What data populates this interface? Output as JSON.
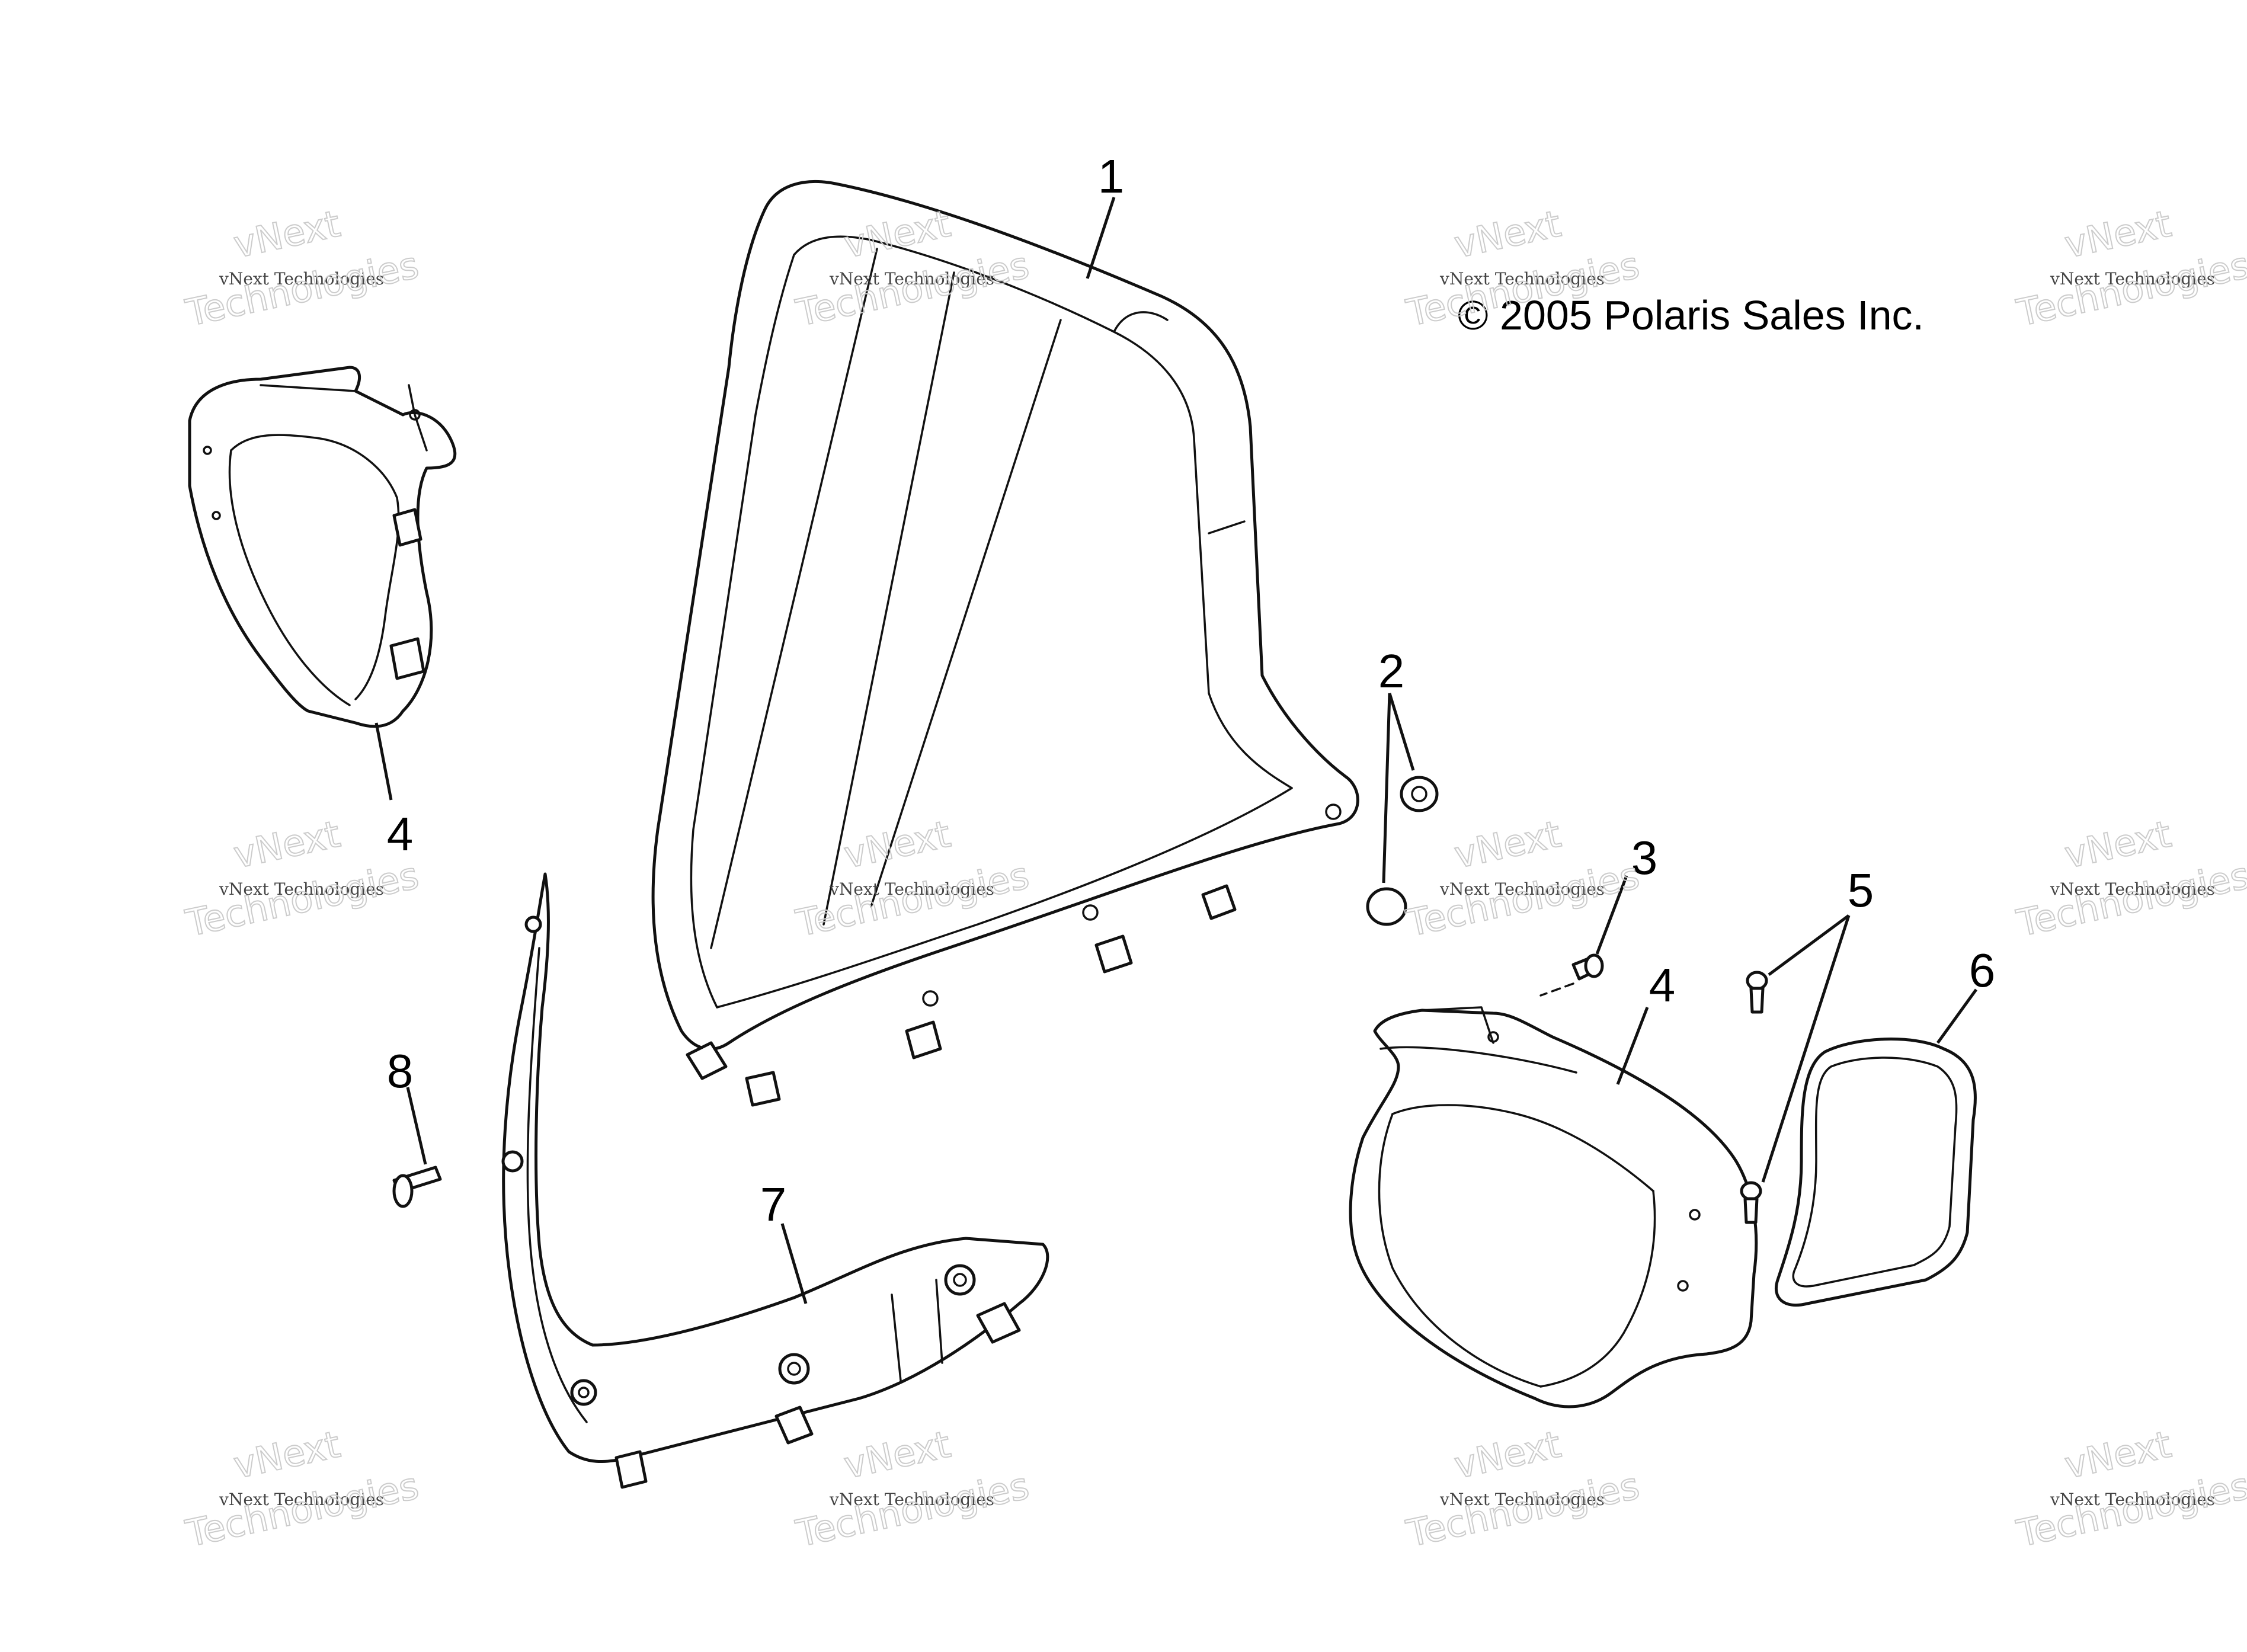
{
  "copyright": "© 2005 Polaris Sales Inc.",
  "watermark": {
    "line1": "vNext",
    "line2": "vNext Technologies",
    "line3": "Technologies"
  },
  "callouts": {
    "windshield": "1",
    "grommets": "2",
    "screw_3": "3",
    "mirror_housing_left": "4",
    "mirror_housing_right": "4",
    "screws_5": "5",
    "mirror_glass": "6",
    "windshield_trim": "7",
    "screw_8": "8"
  },
  "colors": {
    "line": "#111111",
    "background": "#ffffff",
    "watermark": "#cccccc"
  }
}
